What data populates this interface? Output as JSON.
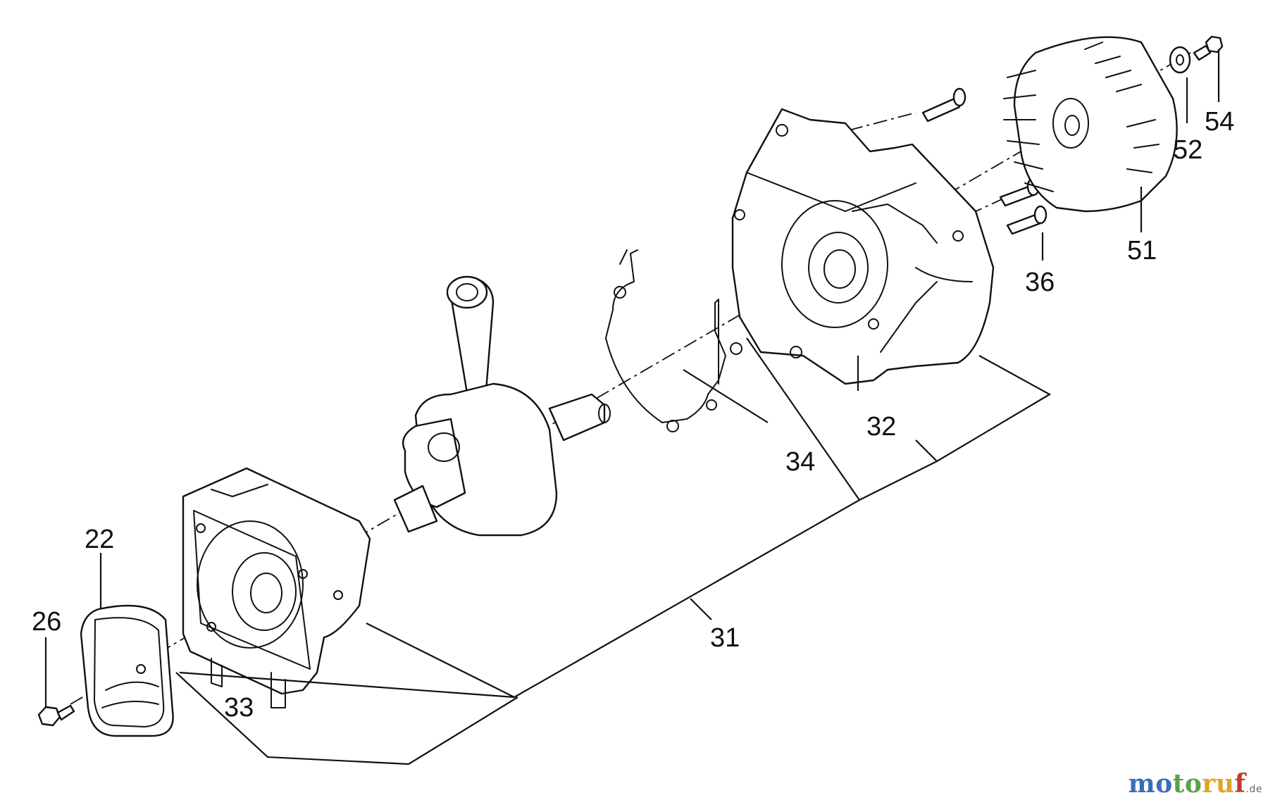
{
  "callouts": {
    "n22": "22",
    "n26": "26",
    "n31": "31",
    "n32": "32",
    "n33": "33",
    "n34": "34",
    "n36": "36",
    "n51": "51",
    "n52": "52",
    "n54": "54"
  },
  "watermark": {
    "p1": "mo",
    "p2": "to",
    "p3": "ru",
    "p4": "f",
    "suffix": ".de"
  }
}
